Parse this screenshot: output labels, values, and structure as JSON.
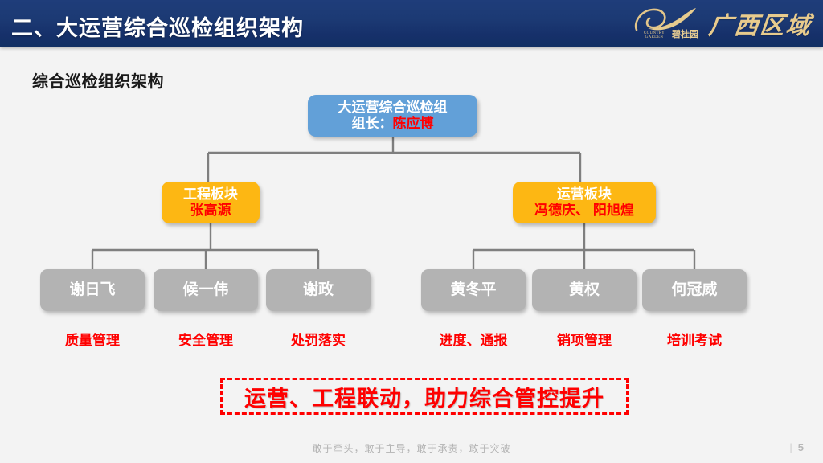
{
  "header": {
    "title": "二、大运营综合巡检组织架构",
    "logo": {
      "brand_en_line1": "COUNTRY",
      "brand_en_line2": "GARDEN",
      "brand_cn": "碧桂园",
      "region": "广西区域",
      "swoosh_icon": "swoosh-icon"
    },
    "bar_color": "#1c3a74"
  },
  "section": {
    "title": "综合巡检组织架构"
  },
  "org_chart": {
    "root": {
      "line1": "大运营综合巡检组",
      "line2_label": "组长：",
      "line2_name": "陈应博",
      "color": "#62a0d8"
    },
    "departments": [
      {
        "name": "工程板块",
        "leads": "张高源",
        "color": "#fdb713"
      },
      {
        "name": "运营板块",
        "leads": "冯德庆、 阳旭煌",
        "color": "#fdb713"
      }
    ],
    "members": [
      {
        "name": "谢日飞",
        "duty": "质量管理"
      },
      {
        "name": "候一伟",
        "duty": "安全管理"
      },
      {
        "name": "谢政",
        "duty": "处罚落实"
      },
      {
        "name": "黄冬平",
        "duty": "进度、通报"
      },
      {
        "name": "黄权",
        "duty": "销项管理"
      },
      {
        "name": "何冠威",
        "duty": "培训考试"
      }
    ],
    "member_box_color": "#b3b3b3",
    "duty_color": "#ff0000",
    "connector_color": "#7f7f7f"
  },
  "banner": {
    "text": "运营、工程联动，助力综合管控提升",
    "border_color": "#ff0000",
    "text_color": "#ff0000"
  },
  "footer": {
    "note": "敢于牵头，敢于主导，敢于承责，敢于突破",
    "divider": "|",
    "page": "5"
  }
}
